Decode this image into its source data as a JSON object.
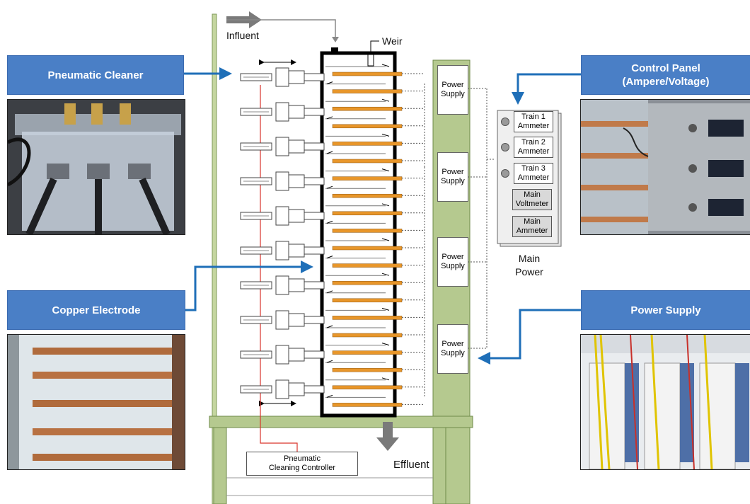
{
  "labels": {
    "influent": "Influent",
    "weir": "Weir",
    "effluent": "Effluent",
    "main_power": "Main\nPower",
    "pneumatic_controller": "Pneumatic\nCleaning Controller",
    "power_supply_box": "Power\nSupply"
  },
  "callouts": {
    "pneumatic_cleaner": "Pneumatic Cleaner",
    "copper_electrode": "Copper Electrode",
    "control_panel": "Control Panel\n(Ampere/Voltage)",
    "power_supply": "Power Supply"
  },
  "meters": [
    {
      "label": "Train 1\nAmmeter",
      "knob": true
    },
    {
      "label": "Train 2\nAmmeter",
      "knob": true
    },
    {
      "label": "Train 3\nAmmeter",
      "knob": true
    },
    {
      "label": "Main\nVoltmeter",
      "knob": false
    },
    {
      "label": "Main\nAmmeter",
      "knob": false
    }
  ],
  "colors": {
    "callout_blue": "#4a7fc6",
    "arrow_blue": "#1f6fb8",
    "frame_green": "#b5c98f",
    "electrode_orange": "#e8962a",
    "wire_red": "#d9342b"
  }
}
